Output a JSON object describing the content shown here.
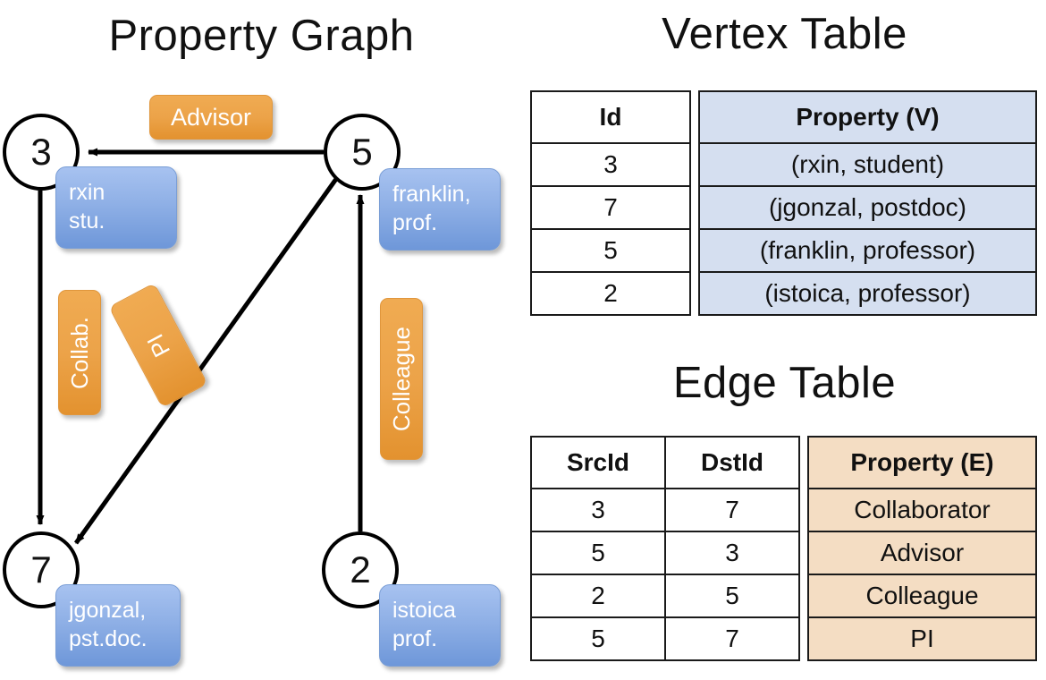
{
  "titles": {
    "property_graph": "Property Graph",
    "vertex_table": "Vertex Table",
    "edge_table": "Edge Table"
  },
  "graph": {
    "nodes": [
      {
        "id": "3",
        "property_lines": [
          "rxin",
          "stu."
        ]
      },
      {
        "id": "5",
        "property_lines": [
          "franklin,",
          "prof."
        ]
      },
      {
        "id": "7",
        "property_lines": [
          "jgonzal,",
          "pst.doc."
        ]
      },
      {
        "id": "2",
        "property_lines": [
          "istoica",
          "prof."
        ]
      }
    ],
    "edge_labels": [
      {
        "name": "advisor",
        "text": "Advisor"
      },
      {
        "name": "collab",
        "text": "Collab."
      },
      {
        "name": "pi",
        "text": "PI"
      },
      {
        "name": "colleague",
        "text": "Colleague"
      }
    ],
    "edges": [
      {
        "from": "5",
        "to": "3",
        "label": "Advisor"
      },
      {
        "from": "3",
        "to": "7",
        "label": "Collab."
      },
      {
        "from": "5",
        "to": "7",
        "label": "PI"
      },
      {
        "from": "2",
        "to": "5",
        "label": "Colleague"
      }
    ]
  },
  "vertex_table": {
    "headers": [
      "Id",
      "Property (V)"
    ],
    "rows": [
      {
        "id": "3",
        "property": "(rxin, student)"
      },
      {
        "id": "7",
        "property": "(jgonzal, postdoc)"
      },
      {
        "id": "5",
        "property": "(franklin, professor)"
      },
      {
        "id": "2",
        "property": "(istoica, professor)"
      }
    ]
  },
  "edge_table": {
    "headers": [
      "SrcId",
      "DstId",
      "Property (E)"
    ],
    "rows": [
      {
        "src": "3",
        "dst": "7",
        "property": "Collaborator"
      },
      {
        "src": "5",
        "dst": "3",
        "property": "Advisor"
      },
      {
        "src": "2",
        "dst": "5",
        "property": "Colleague"
      },
      {
        "src": "5",
        "dst": "7",
        "property": "PI"
      }
    ]
  },
  "colors": {
    "vertex_property_fill": "#d5dff0",
    "edge_property_fill": "#f4ddc3",
    "node_box_blue": "#8fb0e6",
    "edge_label_orange": "#eca349",
    "stroke": "#000000",
    "background": "#ffffff"
  }
}
